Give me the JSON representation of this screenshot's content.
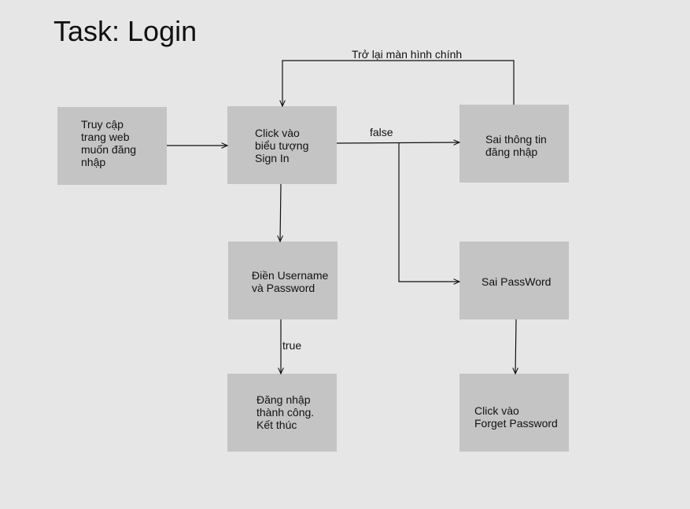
{
  "title": "Task: Login",
  "nodes": {
    "access": "Truy cập\ntrang web\nmuốn đăng\nnhập",
    "click_sign_in": "Click vào\nbiểu tượng\nSign In",
    "wrong_info": "Sai thông tin\nđăng nhập",
    "fill_credentials": "Điền Username\nvà Password",
    "wrong_password": "Sai PassWord",
    "success": "Đăng nhập\nthành công.\nKết thúc",
    "forget_password": "Click vào\nForget Password"
  },
  "edges": {
    "back_to_main": "Trở lại màn hình chính",
    "false": "false",
    "true": "true"
  },
  "colors": {
    "background": "#e6e6e6",
    "box": "#c4c4c4",
    "line": "#111111"
  }
}
